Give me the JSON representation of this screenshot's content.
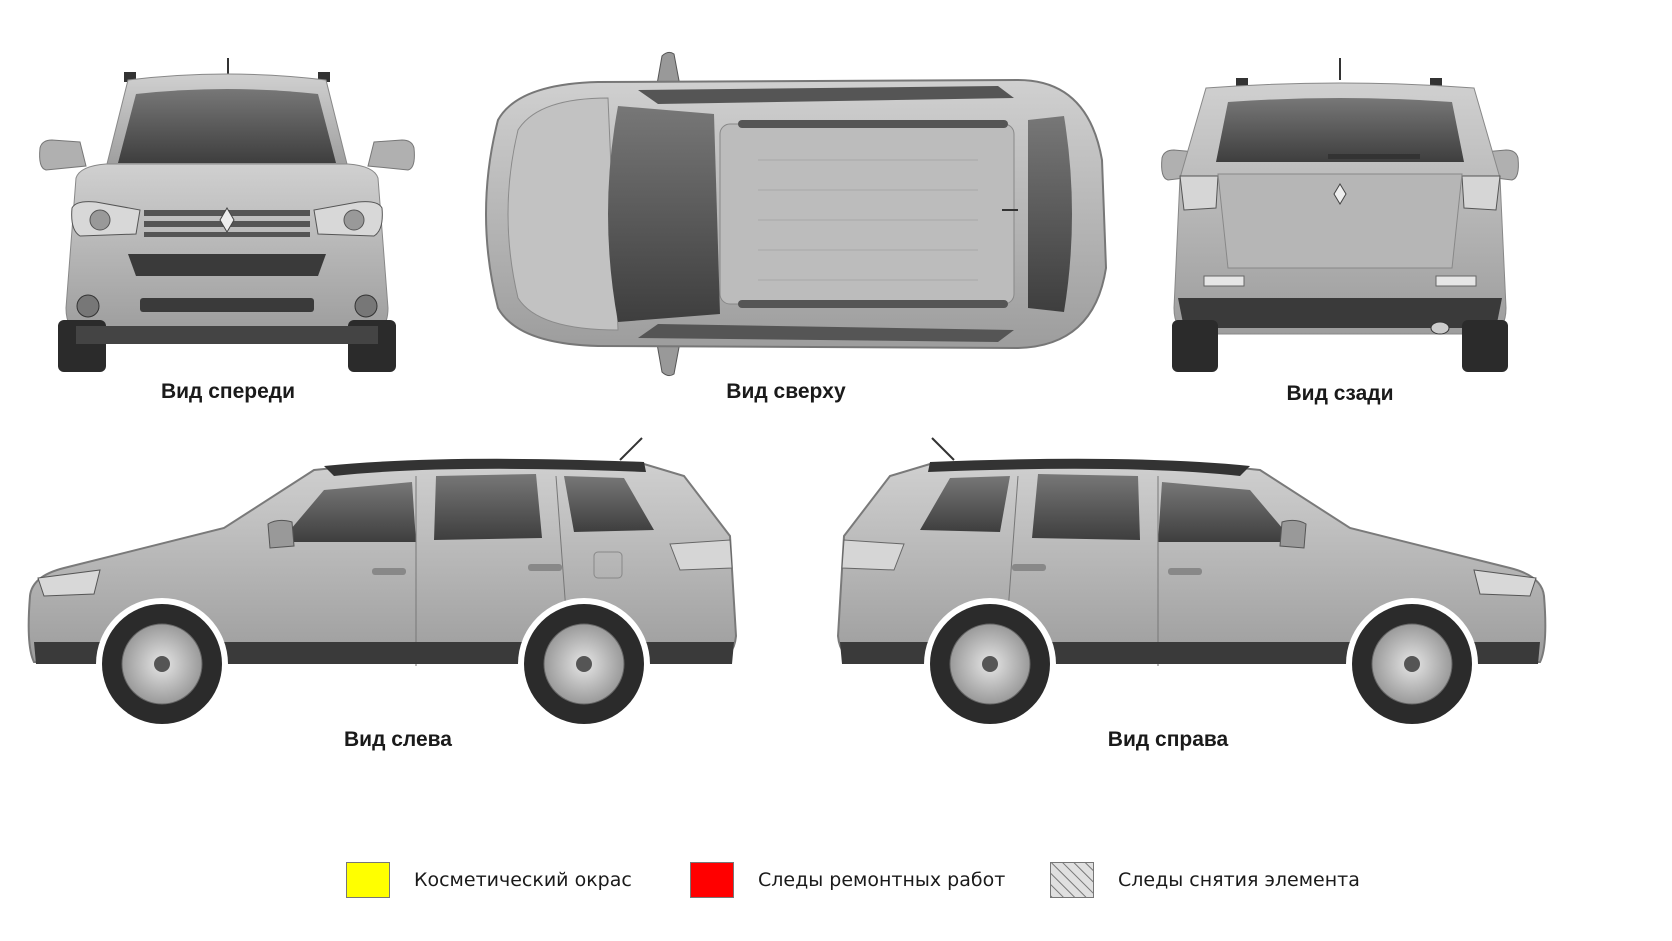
{
  "views": {
    "front": {
      "label": "Вид спереди"
    },
    "top": {
      "label": "Вид сверху"
    },
    "rear": {
      "label": "Вид сзади"
    },
    "left": {
      "label": "Вид слева"
    },
    "right": {
      "label": "Вид справа"
    }
  },
  "legend": [
    {
      "label": "Косметический окрас",
      "color": "#ffff00",
      "pattern": "solid"
    },
    {
      "label": "Следы ремонтных работ",
      "color": "#ff0000",
      "pattern": "solid"
    },
    {
      "label": "Следы снятия элемента",
      "color": "#cccccc",
      "pattern": "hatched"
    }
  ],
  "colors": {
    "body": "#b4b4b4",
    "glass": "#5a5a5a",
    "tire": "#2b2b2b",
    "trim": "#3a3a3a"
  }
}
